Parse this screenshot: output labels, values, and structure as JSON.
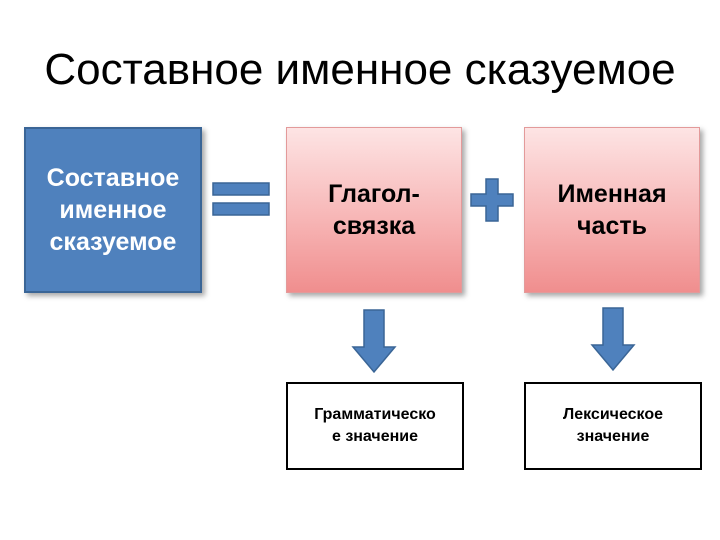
{
  "title": "Составное именное сказуемое",
  "boxes": {
    "predicate": "Составное\nименное\nсказуемое",
    "verb": "Глагол-\nсвязка",
    "nominal": "Именная\nчасть",
    "grammatical": "Грамматическо\nе значение",
    "lexical": "Лексическое\nзначение"
  },
  "icons": {
    "equals": "equals-icon",
    "plus": "plus-icon",
    "arrow": "arrow-down-icon"
  },
  "colors": {
    "blue_box": "#4f81bd",
    "operator": "#4f81bd",
    "pink_top": "#fde4e4",
    "pink_bottom": "#f08e8e"
  }
}
